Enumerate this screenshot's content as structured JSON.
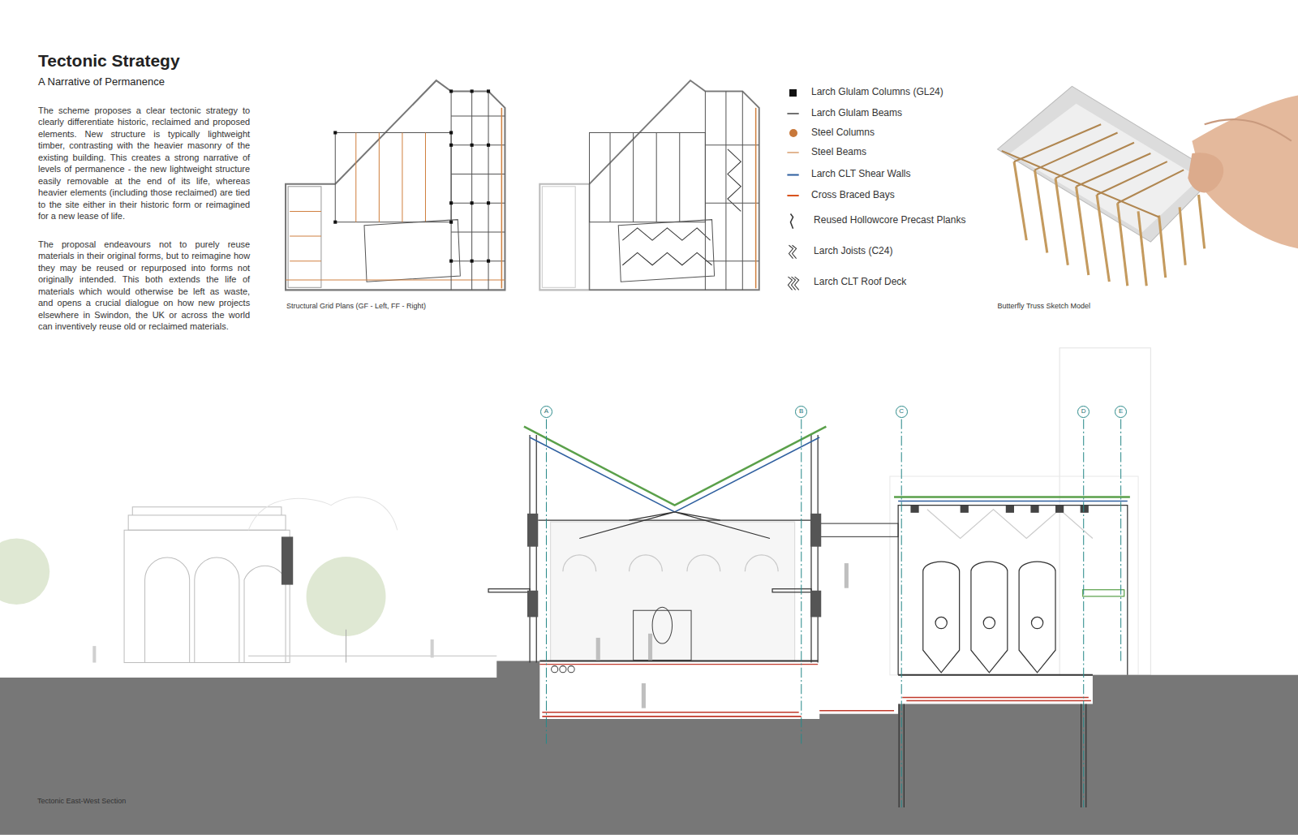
{
  "diagram": {
    "title": "Tectonic Strategy",
    "caption": "Tectonic East-West Section",
    "nodes": [
      {
        "text": [
          "A"
        ]
      },
      {
        "text": [
          "B"
        ]
      },
      {
        "text": [
          "C"
        ]
      },
      {
        "text": [
          "D"
        ]
      },
      {
        "text": [
          "E"
        ]
      }
    ],
    "labels": [
      "A Narrative of Permanence",
      "The scheme proposes a clear tectonic strategy to clearly differentiate historic, reclaimed and proposed elements. New structure is typically lightweight timber, contrasting with the heavier masonry of the existing building. This creates a strong narrative of levels of permanence - the new lightweight structure easily removable at the end of its life, whereas heavier elements (including those reclaimed) are tied to the site either in their historic form or reimagined for a new lease of life.",
      "The proposal endeavours not to purely reuse materials in their original forms, but to reimagine how they may be reused or repurposed into forms not originally intended. This both extends the life of materials which would otherwise be left as waste, and opens a crucial dialogue on how new projects elsewhere in Swindon, the UK or across the world can inventively reuse old or reclaimed materials.",
      "Structural Grid Plans (GF - Left, FF - Right)",
      "Butterfly Truss Sketch Model"
    ],
    "legend": [
      {
        "text": "Larch Glulam Columns (GL24)",
        "color": "#111111"
      },
      {
        "text": "Larch Glulam Beams"
      },
      {
        "text": "Steel Columns",
        "color": "#c8783a"
      },
      {
        "text": "Steel Beams"
      },
      {
        "text": "Larch CLT Shear Walls"
      },
      {
        "text": "Cross Braced Bays"
      },
      {
        "text": "Reused Hollowcore Precast Planks"
      },
      {
        "text": "Larch Joists (C24)"
      },
      {
        "text": "Larch CLT Roof Deck"
      }
    ]
  }
}
